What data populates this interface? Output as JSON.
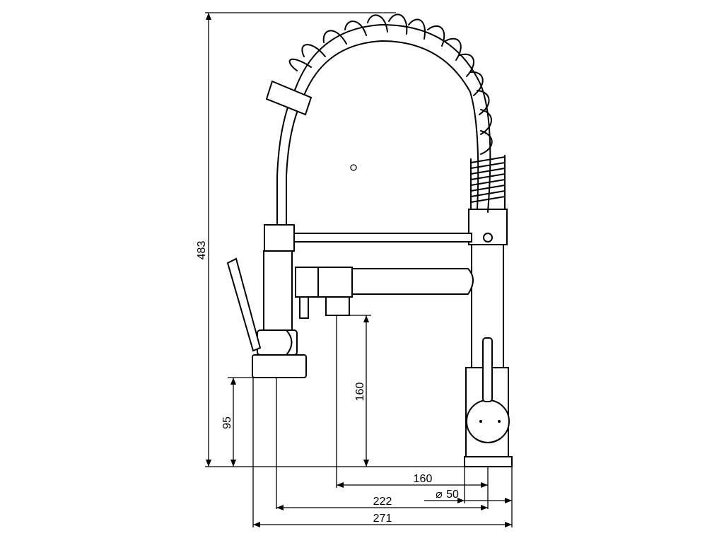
{
  "dimensions": {
    "total_height": "483",
    "spray_height": "95",
    "spout_clearance": "160",
    "spout_reach": "160",
    "base_diameter_symbol": "⌀",
    "base_diameter": "50",
    "spray_reach": "222",
    "overall_width": "271"
  }
}
